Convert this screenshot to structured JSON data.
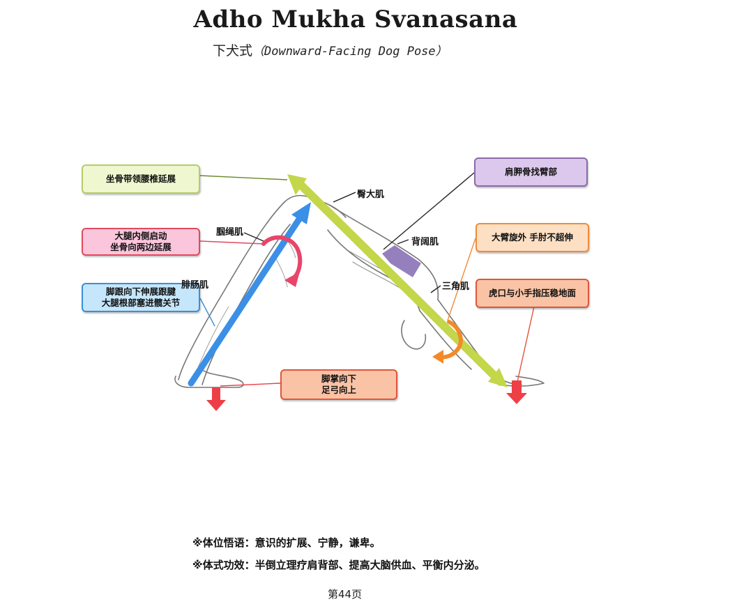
{
  "title": "Adho Mukha Svanasana",
  "subtitle_cn": "下犬式",
  "subtitle_en": "（Downward-Facing Dog Pose）",
  "boxes": {
    "sit_bone": "坐骨带领腰椎延展",
    "inner_thigh_line1": "大腿内侧启动",
    "inner_thigh_line2": "坐骨向两边延展",
    "heel_line1": "脚跟向下伸展跟腱",
    "heel_line2": "大腿根部塞进髋关节",
    "scapula": "肩胛骨找臂部",
    "arm_rotate": "大臂旋外 手肘不超伸",
    "hand_press": "虎口与小手指压稳地面",
    "sole_line1": "脚掌向下",
    "sole_line2": "足弓向上"
  },
  "muscles": {
    "glute": "臀大肌",
    "hamstring": "腘绳肌",
    "lats": "背阔肌",
    "calf": "腓肠肌",
    "deltoid": "三角肌"
  },
  "notes": {
    "line1": "※体位悟语：意识的扩展、宁静，谦卑。",
    "line2": "※体式功效：半倒立理疗肩背部、提高大脑供血、平衡内分泌。"
  },
  "page_number": "第44页",
  "colors": {
    "green_box_fill": "#eef7cf",
    "green_box_border": "#b5cc6a",
    "pink_box_fill": "#fbc6dc",
    "pink_box_border": "#e04a5c",
    "blue_box_fill": "#c5e6fb",
    "blue_box_border": "#3a8fd6",
    "purple_box_fill": "#dcc8ec",
    "purple_box_border": "#8a6aa8",
    "orange_box_fill": "#fde0c4",
    "orange_box_border": "#f08a3a",
    "salmon_box_fill": "#fac3a6",
    "salmon_box_border": "#e0553a",
    "leg_arrow": "#3b8fe6",
    "spine_arrow": "#c4d64a",
    "red_arrow": "#ee3f47"
  }
}
